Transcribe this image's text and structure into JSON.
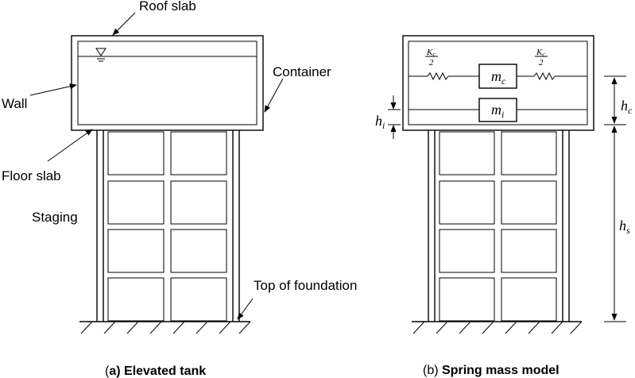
{
  "panel_a": {
    "labels": {
      "roof_slab": "Roof slab",
      "container": "Container",
      "wall": "Wall",
      "floor_slab": "Floor slab",
      "staging": "Staging",
      "top_of_foundation": "Top of foundation"
    },
    "caption": {
      "open": "(",
      "letter": "a)",
      "title": "Elevated tank"
    }
  },
  "panel_b": {
    "spring_left": {
      "num": "K",
      "sub": "c",
      "den": "2"
    },
    "spring_right": {
      "num": "K",
      "sub": "c",
      "den": "2"
    },
    "mass_c": {
      "sym": "m",
      "sub": "c"
    },
    "mass_i": {
      "sym": "m",
      "sub": "i"
    },
    "dim_hi": {
      "sym": "h",
      "sub": "i"
    },
    "dim_hc": {
      "sym": "h",
      "sub": "c"
    },
    "dim_hs": {
      "sym": "h",
      "sub": "s"
    },
    "caption": {
      "letter": "(b)",
      "title": "Spring mass model"
    }
  }
}
